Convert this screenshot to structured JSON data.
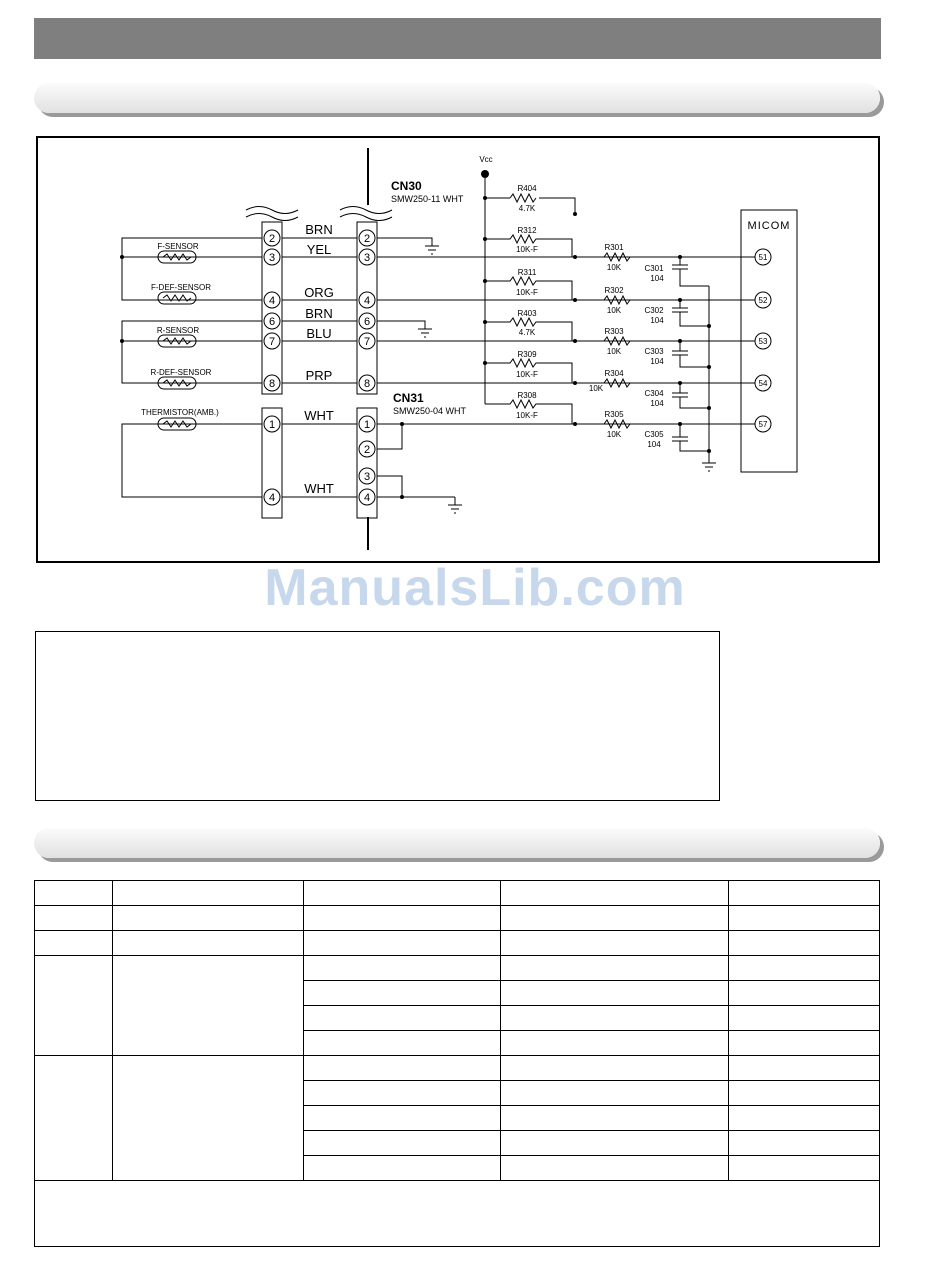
{
  "schematic": {
    "vcc": "Vcc",
    "cn30": {
      "name": "CN30",
      "part": "SMW250-11 WHT"
    },
    "cn31": {
      "name": "CN31",
      "part": "SMW250-04 WHT"
    },
    "micom": "MICOM",
    "sensors": {
      "f_sensor": "F-SENSOR",
      "f_def_sensor": "F-DEF-SENSOR",
      "r_sensor": "R-SENSOR",
      "r_def_sensor": "R-DEF-SENSOR",
      "thermistor": "THERMISTOR(AMB.)"
    },
    "pins": {
      "p1": "1",
      "p2": "2",
      "p3": "3",
      "p4": "4",
      "p6": "6",
      "p7": "7",
      "p8": "8"
    },
    "wires": {
      "brn": "BRN",
      "yel": "YEL",
      "org": "ORG",
      "blu": "BLU",
      "prp": "PRP",
      "wht": "WHT"
    },
    "micom_pins": {
      "m51": "51",
      "m52": "52",
      "m53": "53",
      "m54": "54",
      "m57": "57"
    },
    "pullups": {
      "r404": {
        "name": "R404",
        "value": "4.7K"
      },
      "r312": {
        "name": "R312",
        "value": "10K-F"
      },
      "r311": {
        "name": "R311",
        "value": "10K-F"
      },
      "r403": {
        "name": "R403",
        "value": "4.7K"
      },
      "r309": {
        "name": "R309",
        "value": "10K-F"
      },
      "r308": {
        "name": "R308",
        "value": "10K-F"
      }
    },
    "series": {
      "r301": {
        "name": "R301",
        "value": "10K"
      },
      "r302": {
        "name": "R302",
        "value": "10K"
      },
      "r303": {
        "name": "R303",
        "value": "10K"
      },
      "r304": {
        "name": "R304",
        "value": "10K"
      },
      "r305": {
        "name": "R305",
        "value": "10K"
      }
    },
    "caps": {
      "c301": {
        "name": "C301",
        "value": "104"
      },
      "c302": {
        "name": "C302",
        "value": "104"
      },
      "c303": {
        "name": "C303",
        "value": "104"
      },
      "c304": {
        "name": "C304",
        "value": "104"
      },
      "c305": {
        "name": "C305",
        "value": "104"
      }
    }
  },
  "watermark": "ManualsLib.com"
}
